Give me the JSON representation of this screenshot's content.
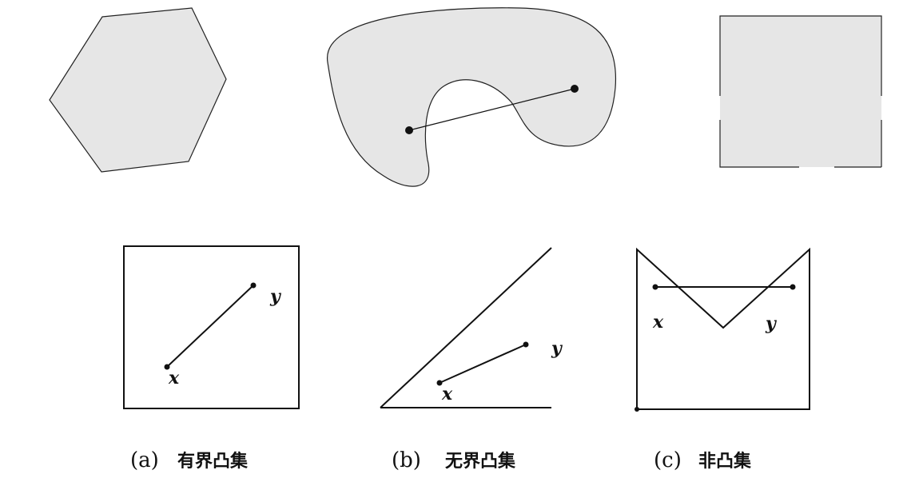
{
  "panels": [
    {
      "caption_letter": "(a)",
      "caption_text": "有界凸集",
      "point_x": "x",
      "point_y": "y"
    },
    {
      "caption_letter": "(b)",
      "caption_text": "无界凸集",
      "point_x": "x",
      "point_y": "y"
    },
    {
      "caption_letter": "(c)",
      "caption_text": "非凸集",
      "point_x": "x",
      "point_y": "y"
    }
  ],
  "colors": {
    "shape_fill": "#e6e6e6",
    "stroke": "#111111",
    "background": "#ffffff"
  }
}
